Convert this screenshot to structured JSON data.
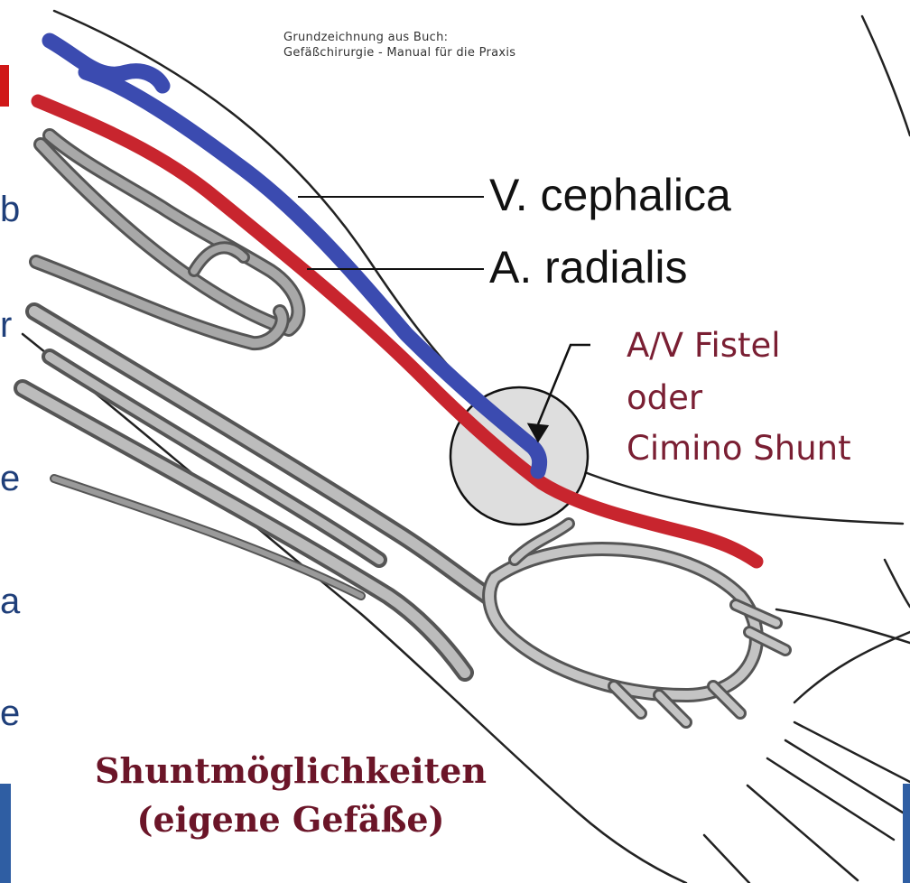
{
  "colors": {
    "vein": "#3b4bb0",
    "artery": "#c8252e",
    "bone": "#8a8a8a",
    "fistel_fill": "#dedede",
    "label_red": "#7a1f33",
    "caption_red": "#6b1528",
    "left_text": "#1f3f7a",
    "left_marker": "#d01818",
    "left_block": "#2f5ea3"
  },
  "source_note": {
    "line1": "Grundzeichnung aus Buch:",
    "line2": "Gefäßchirurgie - Manual für die Praxis"
  },
  "labels": {
    "vein": "V. cephalica",
    "artery": "A. radialis",
    "fistel_line1": "A/V Fistel",
    "fistel_line2": "oder",
    "fistel_line3": "Cimino Shunt"
  },
  "caption": {
    "line1": "Shuntmöglichkeiten",
    "line2": "(eigene Gefäße)"
  },
  "left_edge_letters": [
    "b",
    "r",
    "e",
    "a",
    "e"
  ],
  "icons": {
    "fistel_pointer": "arrow-down-left-icon"
  }
}
